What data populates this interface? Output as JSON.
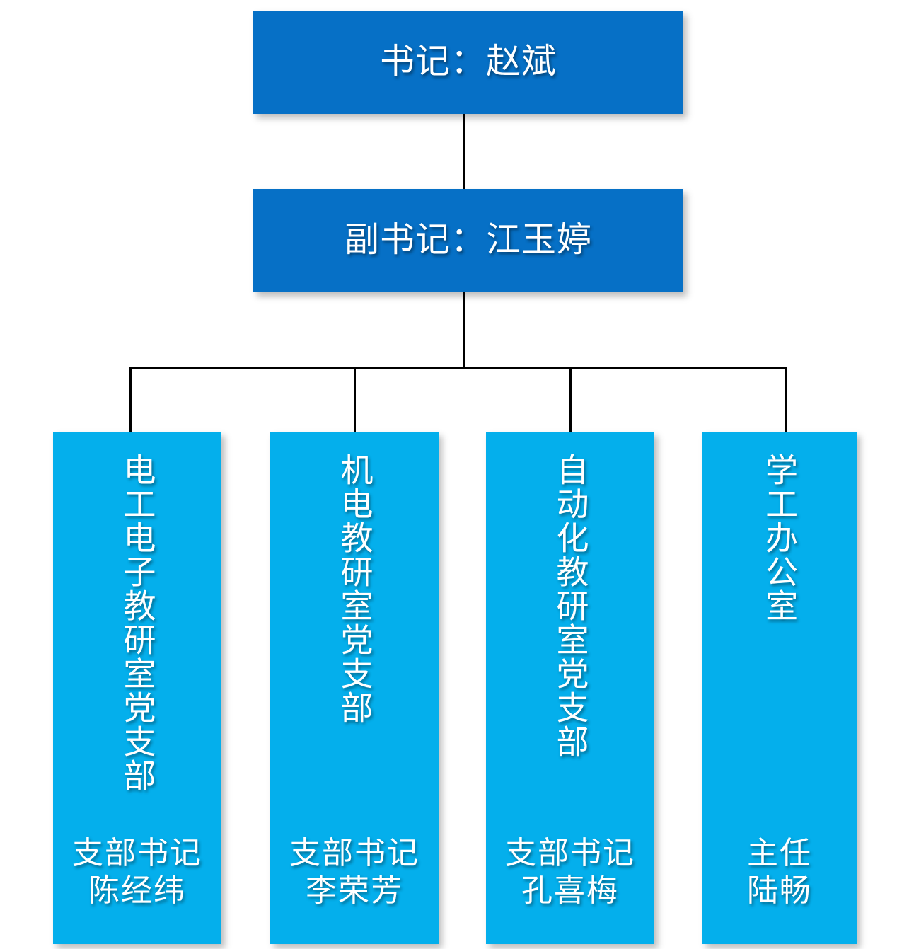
{
  "chart": {
    "type": "org-chart",
    "palette": {
      "level_1_2_fill": "#0670C6",
      "level_3_fill": "#04AFEC",
      "connector": "#000000",
      "text": "#FFFFFF",
      "background": "#FFFFFF"
    },
    "root": {
      "title": "书记：赵斌"
    },
    "deputy": {
      "title": "副书记：江玉婷"
    },
    "units": [
      {
        "name": "电工电子教研室党支部",
        "role": "支部书记",
        "person": "陈经纬"
      },
      {
        "name": "机电教研室党支部",
        "role": "支部书记",
        "person": "李荣芳"
      },
      {
        "name": "自动化教研室党支部",
        "role": "支部书记",
        "person": "孔喜梅"
      },
      {
        "name": "学工办公室",
        "role": "主任",
        "person": "陆畅"
      }
    ]
  }
}
